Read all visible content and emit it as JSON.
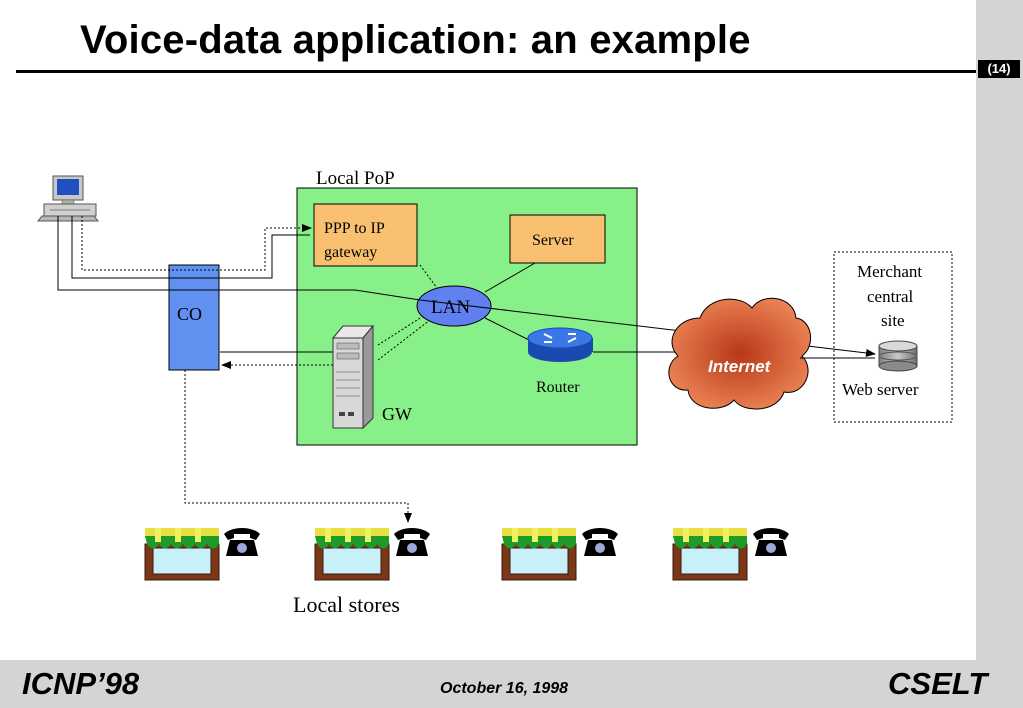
{
  "title": "Voice-data application: an example",
  "page_number": "(14)",
  "footer": {
    "left": "ICNP’98",
    "center": "October 16, 1998",
    "right": "CSELT"
  },
  "diagram": {
    "local_pop_label": "Local PoP",
    "ppp_gateway_line1": "PPP to IP",
    "ppp_gateway_line2": "gateway",
    "server_label": "Server",
    "lan_label": "LAN",
    "co_label": "CO",
    "gw_label": "GW",
    "router_label": "Router",
    "internet_label": "Internet",
    "merchant_line1": "Merchant",
    "merchant_line2": "central",
    "merchant_line3": "site",
    "web_server_label": "Web server",
    "local_stores_label": "Local stores"
  },
  "colors": {
    "pop_green": "#88f088",
    "box_orange": "#f8c070",
    "co_blue": "#6090f0",
    "lan_blue": "#6080f0",
    "internet_orange": "#e06840",
    "router_blue": "#2060d0"
  }
}
